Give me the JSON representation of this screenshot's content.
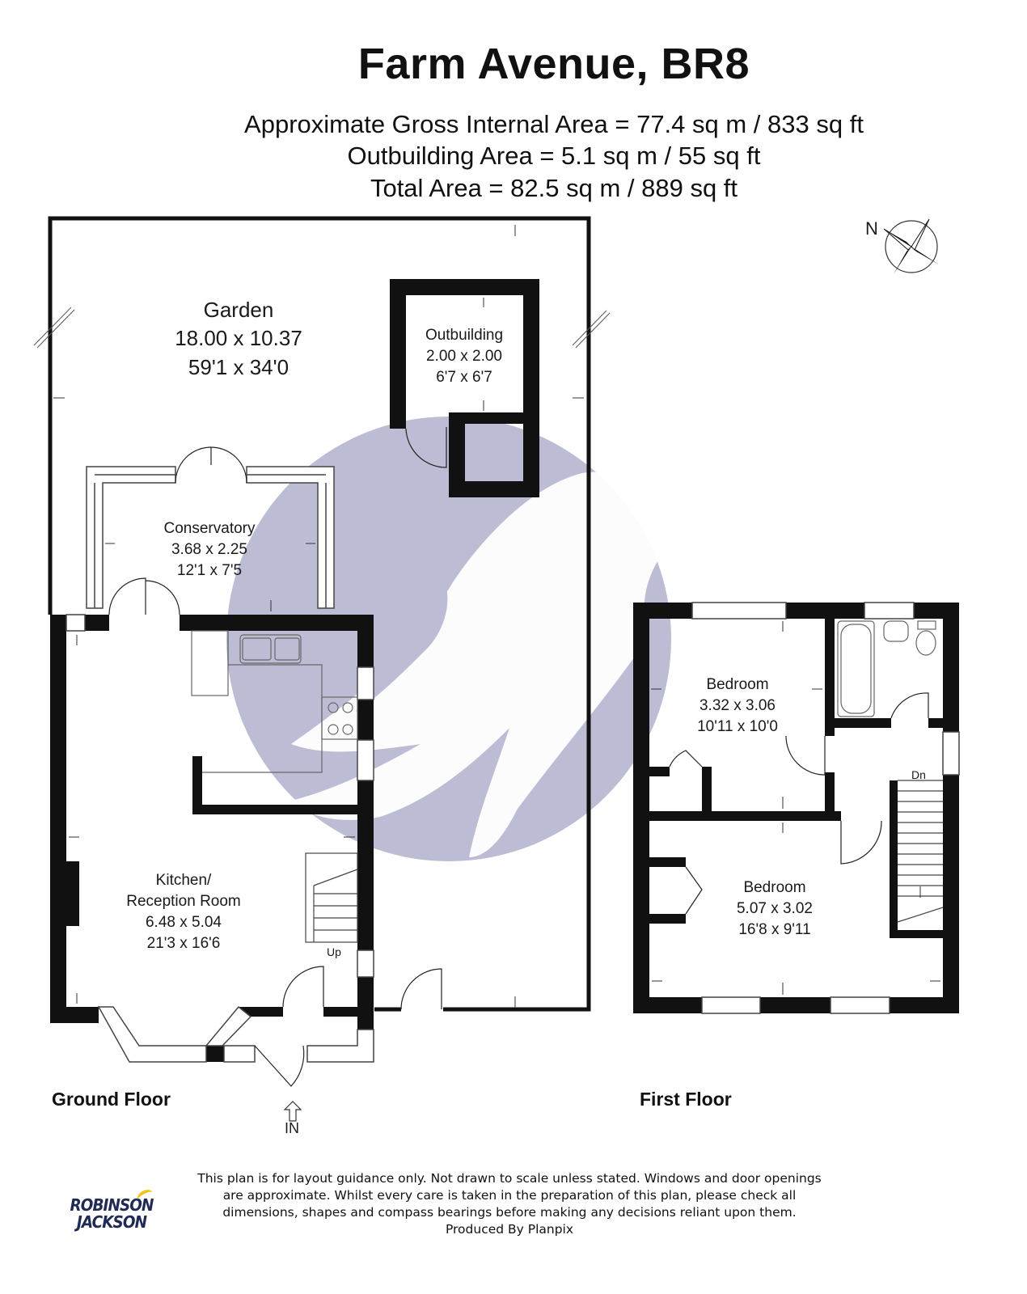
{
  "header": {
    "title": "Farm Avenue, BR8",
    "area_lines": [
      "Approximate Gross Internal Area =  77.4 sq m / 833 sq ft",
      "Outbuilding Area =  5.1 sq m / 55 sq ft",
      "Total Area = 82.5 sq m / 889 sq ft"
    ]
  },
  "compass": {
    "label": "N"
  },
  "rooms": {
    "garden": {
      "name": "Garden",
      "metric": "18.00 x 10.37",
      "imperial": "59'1 x 34'0"
    },
    "outbuilding": {
      "name": "Outbuilding",
      "metric": "2.00 x 2.00",
      "imperial": "6'7 x 6'7"
    },
    "conservatory": {
      "name": "Conservatory",
      "metric": "3.68 x 2.25",
      "imperial": "12'1 x 7'5"
    },
    "kitchen": {
      "name_line1": "Kitchen/",
      "name_line2": "Reception Room",
      "metric": "6.48 x 5.04",
      "imperial": "21'3 x 16'6"
    },
    "bedroom1": {
      "name": "Bedroom",
      "metric": "3.32 x 3.06",
      "imperial": "10'11 x 10'0"
    },
    "bedroom2": {
      "name": "Bedroom",
      "metric": "5.07 x 3.02",
      "imperial": "16'8 x 9'11"
    }
  },
  "markers": {
    "up": "Up",
    "down": "Dn",
    "entrance": "IN"
  },
  "floors": {
    "ground": "Ground Floor",
    "first": "First Floor"
  },
  "footer": {
    "disclaimer_lines": [
      "This plan is for layout guidance only. Not drawn to scale unless stated. Windows and door openings",
      "are approximate. Whilst every care is taken in the preparation of this plan, please check all",
      "dimensions, shapes and compass bearings before making any decisions reliant upon them.",
      "Produced By Planpix"
    ],
    "logo_line1": "ROBINSON",
    "logo_line2": "JACKSON"
  },
  "colors": {
    "wall": "#111111",
    "watermark": "#bcbcd4",
    "window": "#ffffff",
    "logo_text": "#1f2a55",
    "logo_accent": "#f4c21a"
  }
}
